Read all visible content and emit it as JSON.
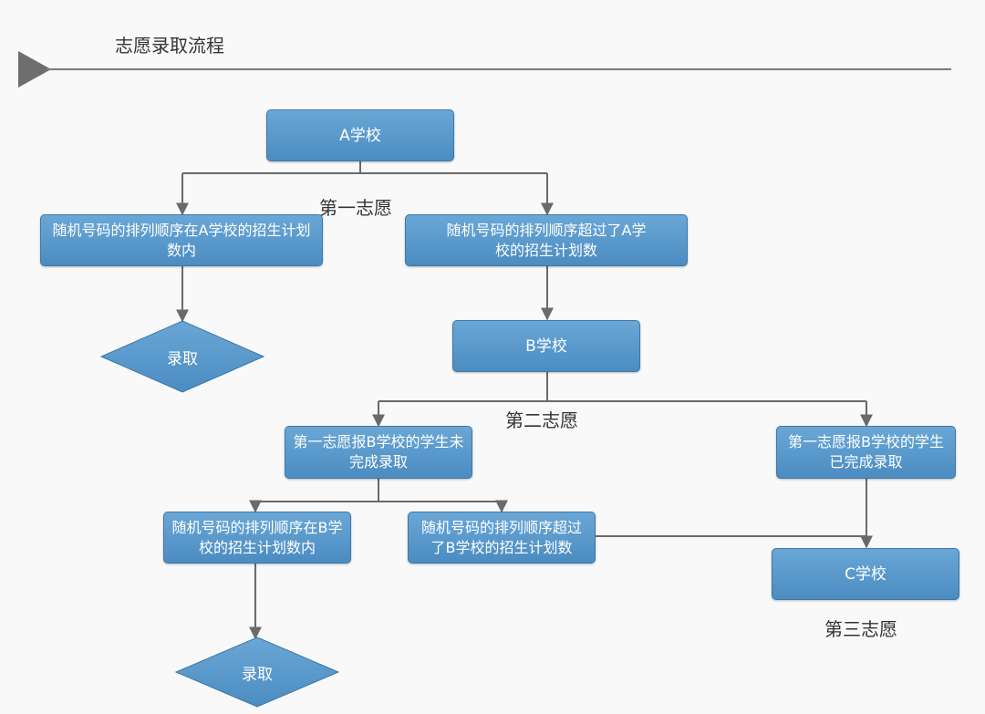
{
  "header": {
    "title": "志愿录取流程"
  },
  "colors": {
    "box_fill": "#5a9bd0",
    "box_border": "#3e78a6",
    "line": "#6a6a6a",
    "marker": "#6e6e6e"
  },
  "nodes": {
    "school_a": "A学校",
    "a_within_plan": "随机号码的排列顺序在A学校的招生计划数内",
    "a_exceeds_plan": "随机号码的排列顺序超过了A学校的招生计划数",
    "admitted_1": "录取",
    "school_b": "B学校",
    "b_first_choice_not_done": "第一志愿报B学校的学生未完成录取",
    "b_first_choice_done": "第一志愿报B学校的学生已完成录取",
    "b_within_plan": "随机号码的排列顺序在B学校的招生计划数内",
    "b_exceeds_plan": "随机号码的排列顺序超过了B学校的招生计划数",
    "school_c": "C学校",
    "admitted_2": "录取"
  },
  "labels": {
    "first_choice": "第一志愿",
    "second_choice": "第二志愿",
    "third_choice": "第三志愿"
  }
}
